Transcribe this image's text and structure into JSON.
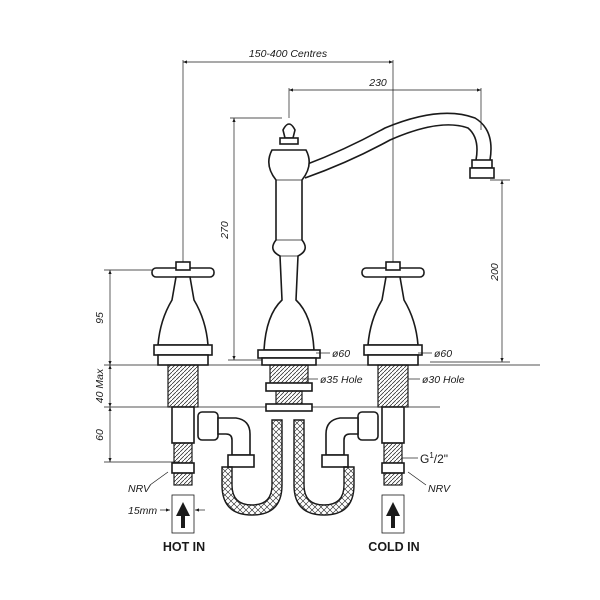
{
  "dimensions": {
    "centres": "150-400 Centres",
    "spout_reach": "230",
    "spout_height": "270",
    "outlet_height": "200",
    "handle_height": "95",
    "deck_thickness": "40 Max",
    "tail_length": "60",
    "nut_length": "15mm"
  },
  "annotations": {
    "body_base_dia": "ø60",
    "handle_base_dia": "ø60",
    "spout_hole": "ø35 Hole",
    "handle_hole": "ø30 Hole",
    "thread": "G",
    "thread_sup": "1",
    "thread_sub": "/2\"",
    "nrv_left": "NRV",
    "nrv_right": "NRV"
  },
  "inlets": {
    "hot": "HOT IN",
    "cold": "COLD IN"
  },
  "colors": {
    "ink": "#1a1a1a",
    "background": "#ffffff"
  }
}
